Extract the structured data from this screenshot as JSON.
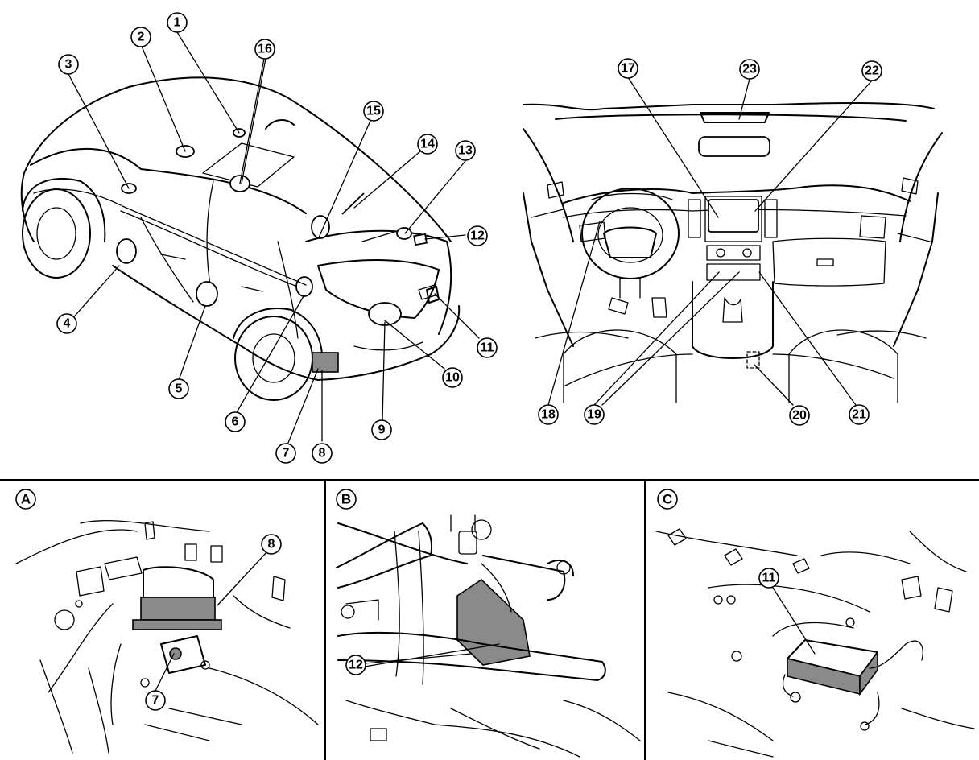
{
  "exterior_view": {
    "callouts": [
      "1",
      "2",
      "3",
      "4",
      "5",
      "6",
      "7",
      "8",
      "9",
      "10",
      "11",
      "12",
      "13",
      "14",
      "15",
      "16"
    ]
  },
  "interior_view": {
    "callouts": [
      "17",
      "18",
      "19",
      "20",
      "21",
      "22",
      "23"
    ]
  },
  "detail_panels": [
    {
      "letter": "A",
      "callouts": [
        "8",
        "7"
      ]
    },
    {
      "letter": "B",
      "callouts": [
        "12"
      ]
    },
    {
      "letter": "C",
      "callouts": [
        "11"
      ]
    }
  ]
}
